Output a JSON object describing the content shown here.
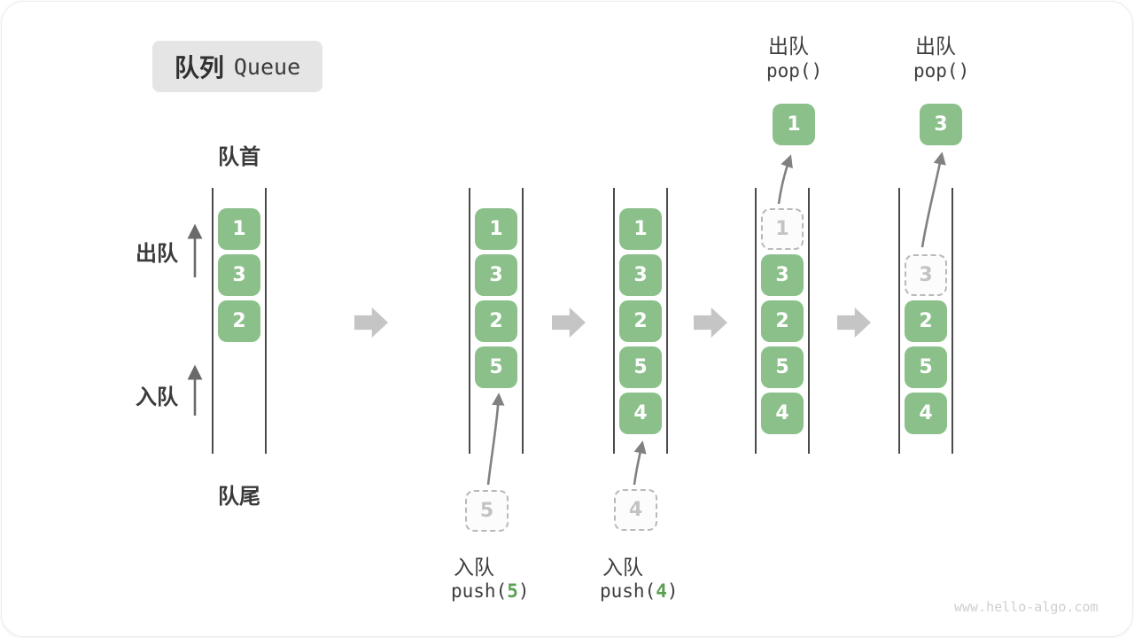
{
  "title": {
    "zh": "队列",
    "en": "Queue"
  },
  "side_labels": {
    "front": "队首",
    "rear": "队尾",
    "dequeue": "出队",
    "enqueue": "入队"
  },
  "colors": {
    "box_green": "#8BC08B",
    "code_green": "#5BA152",
    "title_bg": "#E5E5E5",
    "transition_arrow_gray": "#C5C5C5",
    "channel_line": "#4A4A4A",
    "ghost_gray": "#B9B9B9"
  },
  "states": [
    {
      "slots": [
        {
          "value": "1"
        },
        {
          "value": "3"
        },
        {
          "value": "2"
        }
      ]
    },
    {
      "slots": [
        {
          "value": "1"
        },
        {
          "value": "3"
        },
        {
          "value": "2"
        },
        {
          "value": "5"
        }
      ],
      "incoming": {
        "value": "5",
        "label": "入队",
        "code_open": "push(",
        "arg": "5",
        "code_close": ")"
      }
    },
    {
      "slots": [
        {
          "value": "1"
        },
        {
          "value": "3"
        },
        {
          "value": "2"
        },
        {
          "value": "5"
        },
        {
          "value": "4"
        }
      ],
      "incoming": {
        "value": "4",
        "label": "入队",
        "code_open": "push(",
        "arg": "4",
        "code_close": ")"
      }
    },
    {
      "slots": [
        {
          "value": "1",
          "ghost": true
        },
        {
          "value": "3"
        },
        {
          "value": "2"
        },
        {
          "value": "5"
        },
        {
          "value": "4"
        }
      ],
      "outgoing": {
        "value": "1",
        "label": "出队",
        "code": "pop()"
      }
    },
    {
      "slots": [
        null,
        {
          "value": "3",
          "ghost": true
        },
        {
          "value": "2"
        },
        {
          "value": "5"
        },
        {
          "value": "4"
        }
      ],
      "outgoing": {
        "value": "3",
        "label": "出队",
        "code": "pop()"
      }
    }
  ],
  "watermark": "www.hello-algo.com"
}
